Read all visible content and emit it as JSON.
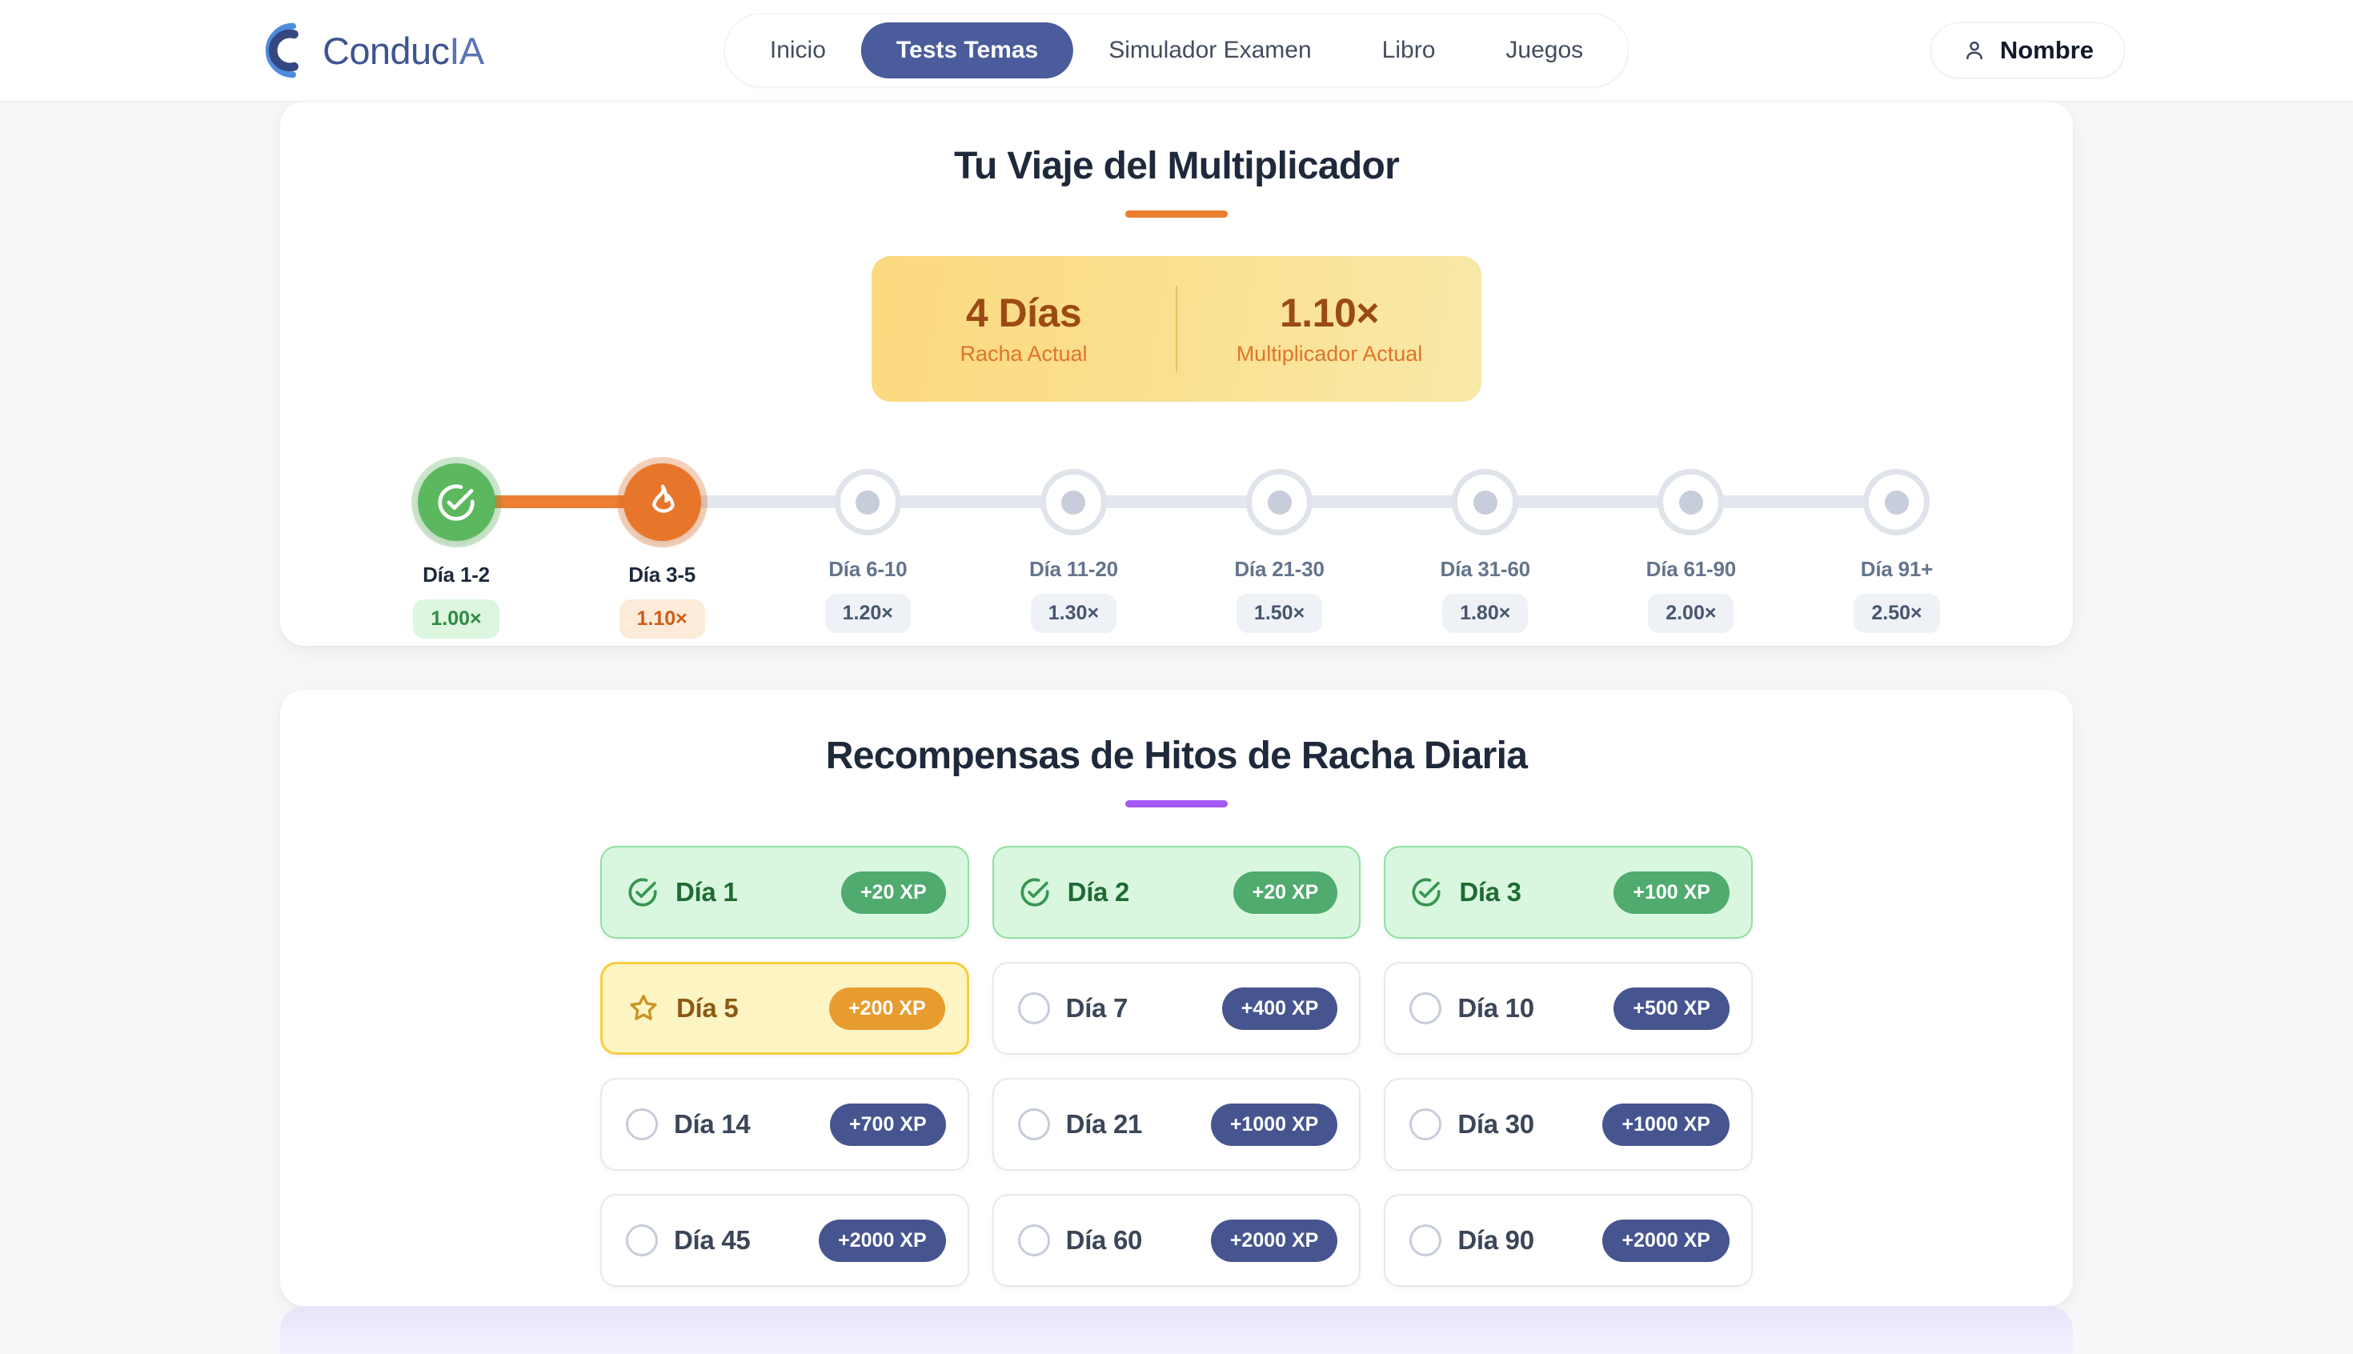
{
  "header": {
    "logo": {
      "text_main": "Conduc",
      "text_accent": "IA",
      "icon": "conducia-logo-icon"
    },
    "nav": [
      {
        "id": "inicio",
        "label": "Inicio",
        "active": false
      },
      {
        "id": "tests",
        "label": "Tests Temas",
        "active": true
      },
      {
        "id": "simulador",
        "label": "Simulador Examen",
        "active": false
      },
      {
        "id": "libro",
        "label": "Libro",
        "active": false
      },
      {
        "id": "juegos",
        "label": "Juegos",
        "active": false
      }
    ],
    "user": {
      "label": "Nombre",
      "icon": "user-icon"
    }
  },
  "journey": {
    "title": "Tu Viaje del Multiplicador",
    "accent_color": "#ed7d31",
    "summary": {
      "streak_value": "4 Días",
      "streak_label": "Racha Actual",
      "multiplier_value": "1.10×",
      "multiplier_label": "Multiplicador Actual"
    },
    "progress_percent": 21,
    "milestones": [
      {
        "label": "Día 1-2",
        "multiplier": "1.00×",
        "state": "done",
        "icon": "check-circle-icon"
      },
      {
        "label": "Día 3-5",
        "multiplier": "1.10×",
        "state": "current",
        "icon": "flame-icon"
      },
      {
        "label": "Día 6-10",
        "multiplier": "1.20×",
        "state": "locked",
        "icon": "dot-icon"
      },
      {
        "label": "Día 11-20",
        "multiplier": "1.30×",
        "state": "locked",
        "icon": "dot-icon"
      },
      {
        "label": "Día 21-30",
        "multiplier": "1.50×",
        "state": "locked",
        "icon": "dot-icon"
      },
      {
        "label": "Día 31-60",
        "multiplier": "1.80×",
        "state": "locked",
        "icon": "dot-icon"
      },
      {
        "label": "Día 61-90",
        "multiplier": "2.00×",
        "state": "locked",
        "icon": "dot-icon"
      },
      {
        "label": "Día 91+",
        "multiplier": "2.50×",
        "state": "locked",
        "icon": "dot-icon"
      }
    ]
  },
  "rewards": {
    "title": "Recompensas de Hitos de Racha Diaria",
    "accent_color": "#a259f7",
    "items": [
      {
        "label": "Día 1",
        "xp": "+20 XP",
        "state": "completed",
        "icon": "check-circle-icon"
      },
      {
        "label": "Día 2",
        "xp": "+20 XP",
        "state": "completed",
        "icon": "check-circle-icon"
      },
      {
        "label": "Día 3",
        "xp": "+100 XP",
        "state": "completed",
        "icon": "check-circle-icon"
      },
      {
        "label": "Día 5",
        "xp": "+200 XP",
        "state": "next",
        "icon": "star-icon"
      },
      {
        "label": "Día 7",
        "xp": "+400 XP",
        "state": "locked",
        "icon": "empty-circle-icon"
      },
      {
        "label": "Día 10",
        "xp": "+500 XP",
        "state": "locked",
        "icon": "empty-circle-icon"
      },
      {
        "label": "Día 14",
        "xp": "+700 XP",
        "state": "locked",
        "icon": "empty-circle-icon"
      },
      {
        "label": "Día 21",
        "xp": "+1000 XP",
        "state": "locked",
        "icon": "empty-circle-icon"
      },
      {
        "label": "Día 30",
        "xp": "+1000 XP",
        "state": "locked",
        "icon": "empty-circle-icon"
      },
      {
        "label": "Día 45",
        "xp": "+2000 XP",
        "state": "locked",
        "icon": "empty-circle-icon"
      },
      {
        "label": "Día 60",
        "xp": "+2000 XP",
        "state": "locked",
        "icon": "empty-circle-icon"
      },
      {
        "label": "Día 90",
        "xp": "+2000 XP",
        "state": "locked",
        "icon": "empty-circle-icon"
      }
    ]
  }
}
